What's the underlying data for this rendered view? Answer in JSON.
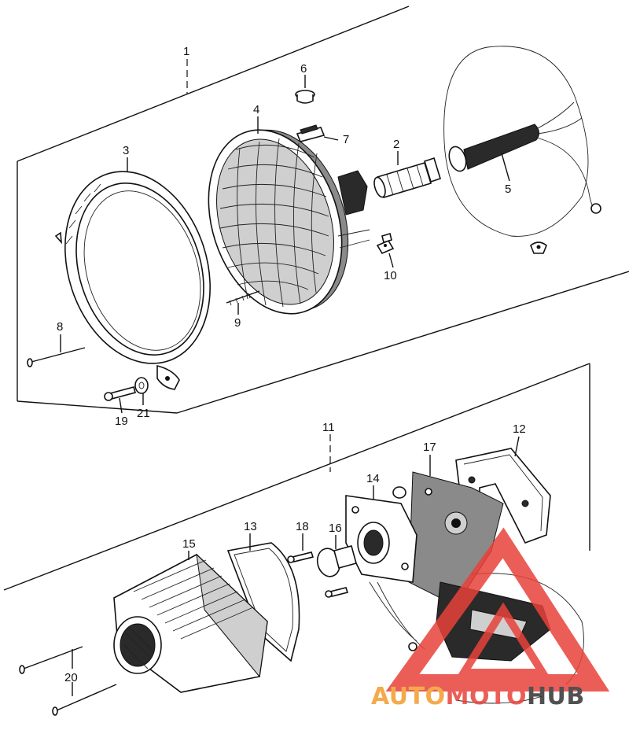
{
  "diagram": {
    "callouts": [
      "1",
      "2",
      "3",
      "4",
      "5",
      "6",
      "7",
      "8",
      "9",
      "10",
      "11",
      "12",
      "13",
      "14",
      "15",
      "16",
      "17",
      "18",
      "19",
      "20",
      "21"
    ]
  },
  "watermark": {
    "part1": "AUTO",
    "part2": "MOTO",
    "part3": "HUB",
    "color_main": "#e8423a",
    "color_orange": "#f39c2b",
    "color_dark": "#333333"
  }
}
